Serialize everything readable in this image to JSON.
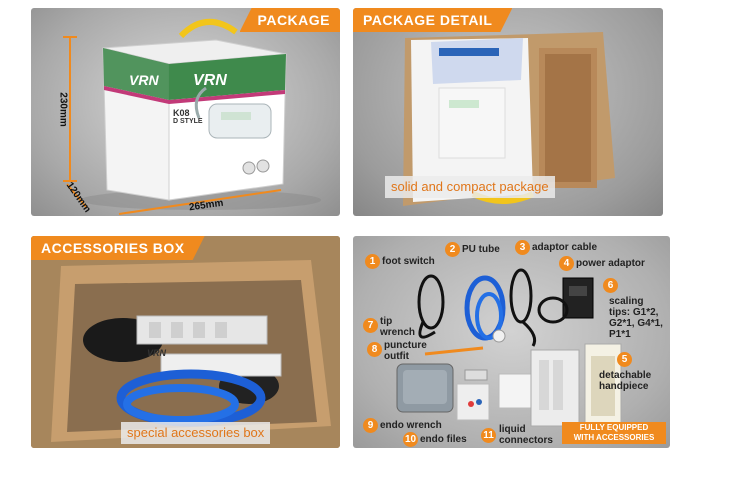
{
  "panels": {
    "package": {
      "tag": "PACKAGE",
      "box_brand": "VRN",
      "box_model": "K08",
      "box_style": "D STYLE",
      "dimensions": {
        "height": "230mm",
        "depth": "120mm",
        "width": "265mm"
      }
    },
    "package_detail": {
      "tag": "PACKAGE DETAIL",
      "caption": "solid and compact package"
    },
    "accessories_box": {
      "tag": "ACCESSORIES BOX",
      "caption": "special accessories box"
    },
    "accessories": {
      "items": [
        {
          "num": "1",
          "label": "foot switch"
        },
        {
          "num": "2",
          "label": "PU tube"
        },
        {
          "num": "3",
          "label": "adaptor cable"
        },
        {
          "num": "4",
          "label": "power adaptor"
        },
        {
          "num": "5",
          "label": "detachable handpiece"
        },
        {
          "num": "6",
          "label": "scaling tips: G1*2, G2*1, G4*1, P1*1"
        },
        {
          "num": "7",
          "label": "tip wrench"
        },
        {
          "num": "8",
          "label": "puncture outfit"
        },
        {
          "num": "9",
          "label": "endo wrench"
        },
        {
          "num": "10",
          "label": "endo files"
        },
        {
          "num": "11",
          "label": "liquid connectors"
        }
      ],
      "equipped_badge_line1": "FULLY EQUIPPED",
      "equipped_badge_line2": "WITH ACCESSORIES"
    }
  },
  "colors": {
    "accent": "#f08a1e",
    "box_green": "#3f8a4c",
    "box_magenta": "#c23a78",
    "tube_blue": "#1d5fd6"
  }
}
